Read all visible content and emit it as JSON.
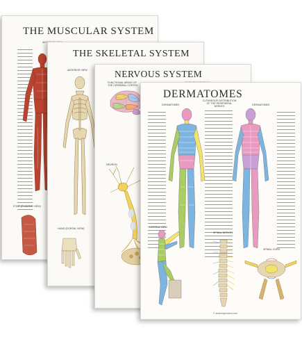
{
  "posters": {
    "muscular": {
      "title": "THE MUSCULAR SYSTEM",
      "view_anterior": "ANTERIOR VIEW",
      "view_foot": "FOOT (PLANTAR VIEW)"
    },
    "skeletal": {
      "title": "THE SKELETAL SYSTEM",
      "view_anterior": "ANTERIOR VIEW",
      "view_hand": "HAND (DORSAL VIEW)"
    },
    "nervous": {
      "title": "NERVOUS SYSTEM",
      "view_brain": "FUNCTIONAL AREAS OF THE CEREBRAL CORTEX",
      "view_brain_base": "BASE OF THE BRAIN",
      "view_neuron": "NEURON"
    },
    "dermatomes": {
      "title": "DERMATOMES",
      "view_left": "DERMATOMES",
      "view_center": "CUTANEOUS DISTRIBUTION OF THE PERIPHERAL NERVES",
      "view_right": "DERMATOMES",
      "view_lateral": "LATERAL VIEW",
      "view_spinal_nerves": "SPINAL NERVES",
      "view_spinal_cord": "SPINAL CORD",
      "footer": "© anatomyposters.com"
    }
  },
  "colors": {
    "muscle": "#b8442f",
    "bone": "#e6d7b0",
    "brain": "#e9b9c4",
    "nerve": "#f1d35c",
    "dermatome_green": "#a9cc63",
    "dermatome_blue": "#7db4e0",
    "dermatome_pink": "#e89ac0",
    "dermatome_yellow": "#f2e36b"
  }
}
